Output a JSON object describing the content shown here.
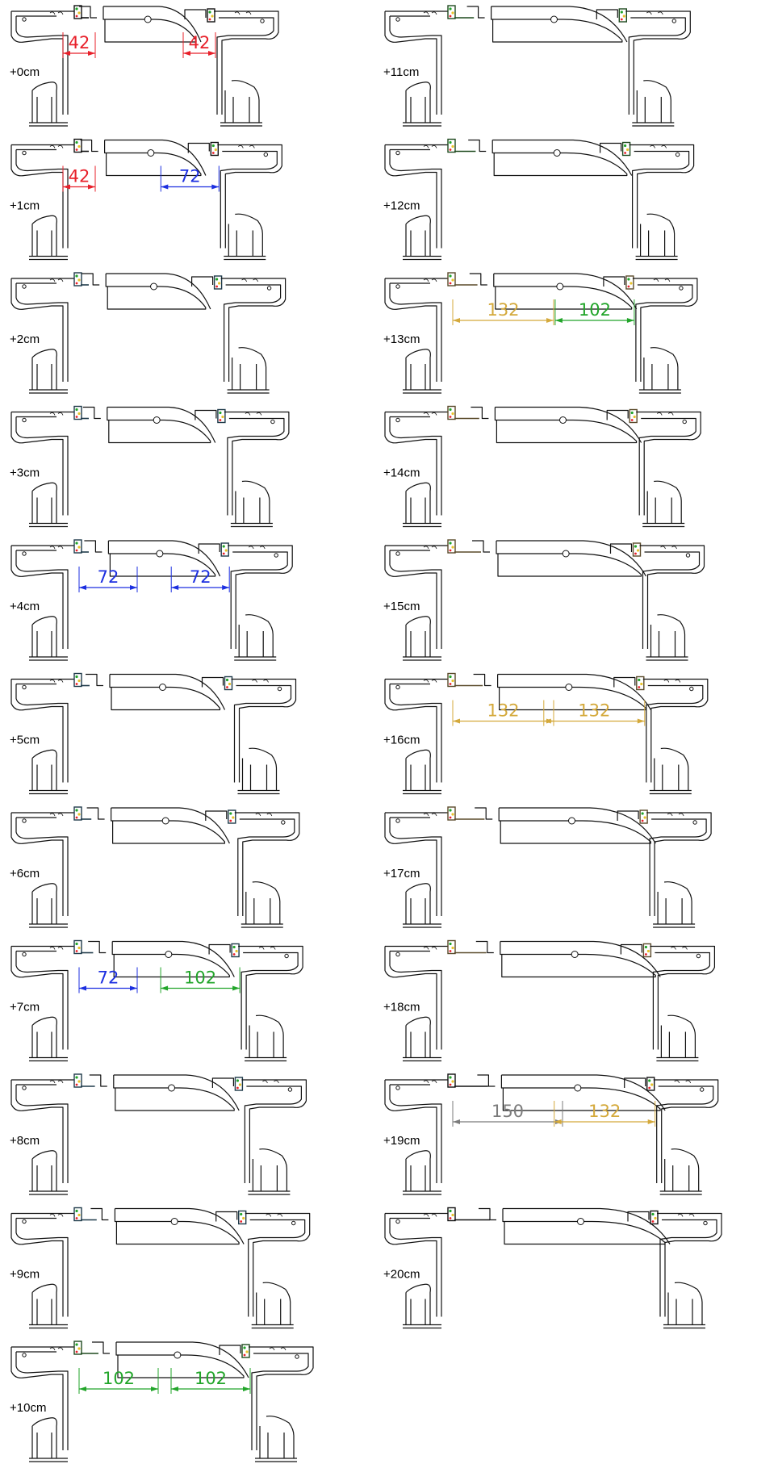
{
  "colors": {
    "red": "#e8202a",
    "blue": "#1c2fe0",
    "green": "#22a52a",
    "gold": "#d4a93b",
    "gray": "#7b7b7b",
    "frame": "#111111",
    "seal_dark": "#1f3a4a",
    "seal_brown": "#5a4a2a"
  },
  "panels": [
    {
      "label": "+0cm",
      "seal": "#111111",
      "dims": [
        {
          "value": "42",
          "color": "red",
          "side": "left"
        },
        {
          "value": "42",
          "color": "red",
          "side": "right"
        }
      ]
    },
    {
      "label": "+1cm",
      "seal": "#111111",
      "dims": [
        {
          "value": "42",
          "color": "red",
          "side": "left"
        },
        {
          "value": "72",
          "color": "blue",
          "side": "right"
        }
      ]
    },
    {
      "label": "+2cm",
      "seal": "#1f3a4a",
      "dims": []
    },
    {
      "label": "+3cm",
      "seal": "#1f3a4a",
      "dims": []
    },
    {
      "label": "+4cm",
      "seal": "#1f3a4a",
      "dims": [
        {
          "value": "72",
          "color": "blue",
          "side": "left"
        },
        {
          "value": "72",
          "color": "blue",
          "side": "right"
        }
      ]
    },
    {
      "label": "+5cm",
      "seal": "#1f3a4a",
      "dims": []
    },
    {
      "label": "+6cm",
      "seal": "#1f3a4a",
      "dims": []
    },
    {
      "label": "+7cm",
      "seal": "#1f3a4a",
      "dims": [
        {
          "value": "72",
          "color": "blue",
          "side": "left"
        },
        {
          "value": "102",
          "color": "green",
          "side": "right"
        }
      ]
    },
    {
      "label": "+8cm",
      "seal": "#1f3a4a",
      "dims": []
    },
    {
      "label": "+9cm",
      "seal": "#1f3a4a",
      "dims": []
    },
    {
      "label": "+10cm",
      "seal": "#1f4a1f",
      "dims": [
        {
          "value": "102",
          "color": "green",
          "side": "left"
        },
        {
          "value": "102",
          "color": "green",
          "side": "right"
        }
      ]
    },
    {
      "label": "+11cm",
      "seal": "#1f4a1f",
      "dims": []
    },
    {
      "label": "+12cm",
      "seal": "#1f4a1f",
      "dims": []
    },
    {
      "label": "+13cm",
      "seal": "#5a4a2a",
      "dims": [
        {
          "value": "132",
          "color": "gold",
          "side": "left"
        },
        {
          "value": "102",
          "color": "green",
          "side": "right"
        }
      ]
    },
    {
      "label": "+14cm",
      "seal": "#5a4a2a",
      "dims": []
    },
    {
      "label": "+15cm",
      "seal": "#5a4a2a",
      "dims": []
    },
    {
      "label": "+16cm",
      "seal": "#5a4a2a",
      "dims": [
        {
          "value": "132",
          "color": "gold",
          "side": "left"
        },
        {
          "value": "132",
          "color": "gold",
          "side": "right"
        }
      ]
    },
    {
      "label": "+17cm",
      "seal": "#5a4a2a",
      "dims": []
    },
    {
      "label": "+18cm",
      "seal": "#5a4a2a",
      "dims": []
    },
    {
      "label": "+19cm",
      "seal": "#111111",
      "dims": [
        {
          "value": "150",
          "color": "gray",
          "side": "left"
        },
        {
          "value": "132",
          "color": "gold",
          "side": "right"
        }
      ]
    },
    {
      "label": "+20cm",
      "seal": "#111111",
      "dims": []
    }
  ]
}
